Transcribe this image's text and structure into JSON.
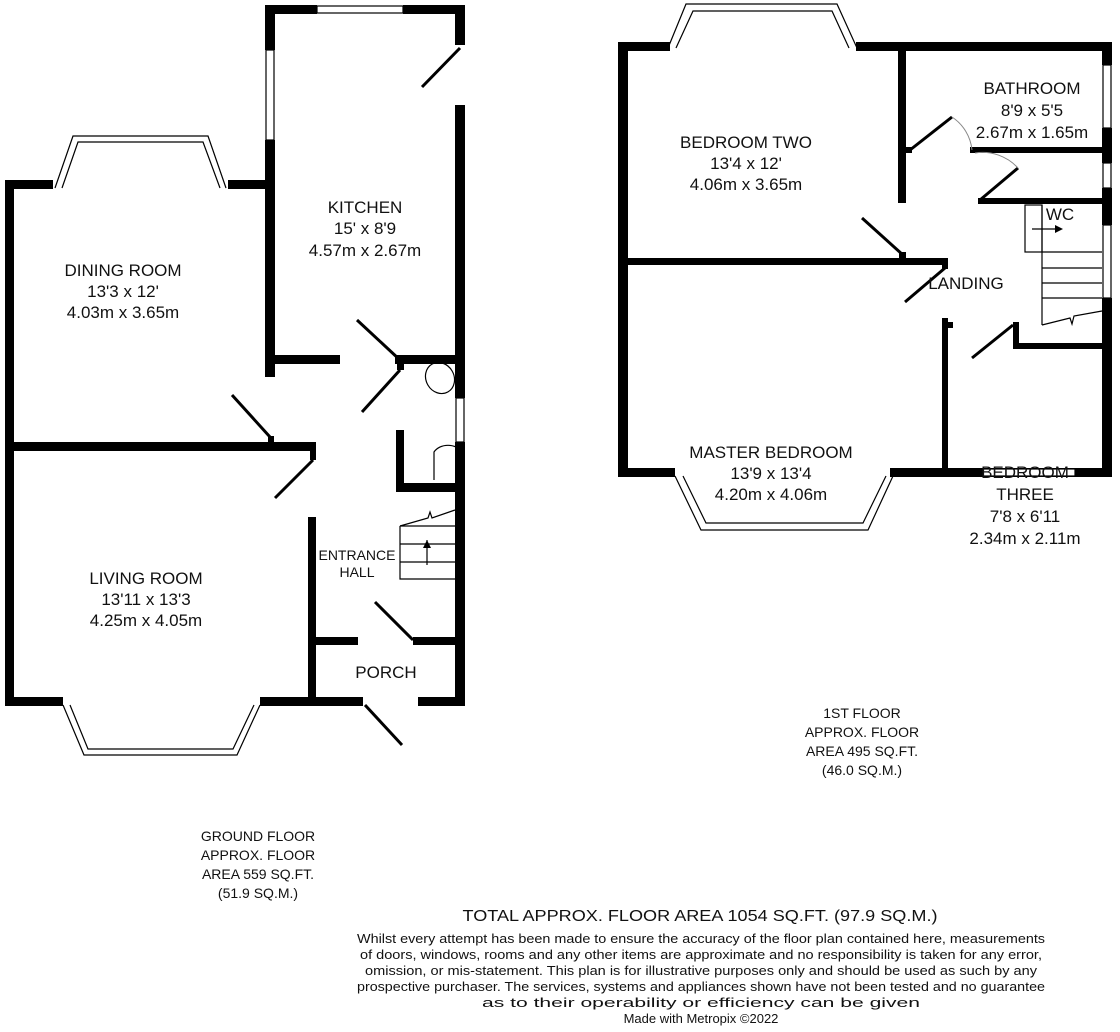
{
  "ground_floor": {
    "rooms": {
      "kitchen": {
        "name": "KITCHEN",
        "imperial": "15' x 8'9",
        "metric": "4.57m x 2.67m"
      },
      "dining_room": {
        "name": "DINING ROOM",
        "imperial": "13'3 x 12'",
        "metric": "4.03m x 3.65m"
      },
      "living_room": {
        "name": "LIVING ROOM",
        "imperial": "13'11 x 13'3",
        "metric": "4.25m x 4.05m"
      },
      "entrance_hall": {
        "name_line1": "ENTRANCE",
        "name_line2": "HALL"
      },
      "porch": {
        "name": "PORCH"
      }
    },
    "label": [
      "GROUND FLOOR",
      "APPROX. FLOOR",
      "AREA 559 SQ.FT.",
      "(51.9 SQ.M.)"
    ]
  },
  "first_floor": {
    "rooms": {
      "bedroom_two": {
        "name": "BEDROOM TWO",
        "imperial": "13'4 x 12'",
        "metric": "4.06m x 3.65m"
      },
      "bathroom": {
        "name": "BATHROOM",
        "imperial": "8'9 x 5'5",
        "metric": "2.67m x 1.65m"
      },
      "wc": {
        "name": "WC"
      },
      "landing": {
        "name": "LANDING"
      },
      "master_bedroom": {
        "name": "MASTER BEDROOM",
        "imperial": "13'9 x 13'4",
        "metric": "4.20m x 4.06m"
      },
      "bedroom_three": {
        "name_line1": "BEDROOM",
        "name_line2": "THREE",
        "imperial": "7'8 x 6'11",
        "metric": "2.34m x 2.11m"
      }
    },
    "label": [
      "1ST FLOOR",
      "APPROX. FLOOR",
      "AREA 495 SQ.FT.",
      "(46.0 SQ.M.)"
    ]
  },
  "footer": {
    "total": "TOTAL APPROX. FLOOR AREA 1054 SQ.FT. (97.9 SQ.M.)",
    "disclaimer": [
      "Whilst every attempt has been made to ensure the accuracy of the floor plan contained here, measurements",
      "of doors, windows, rooms and any other items are approximate and no responsibility is taken for any error,",
      "omission, or mis-statement. This plan is for illustrative purposes only and should be used as such by any",
      "prospective purchaser. The services, systems and appliances shown have not been tested and no guarantee",
      "as to their operability or efficiency can be given"
    ],
    "credit": "Made with Metropix ©2022"
  }
}
